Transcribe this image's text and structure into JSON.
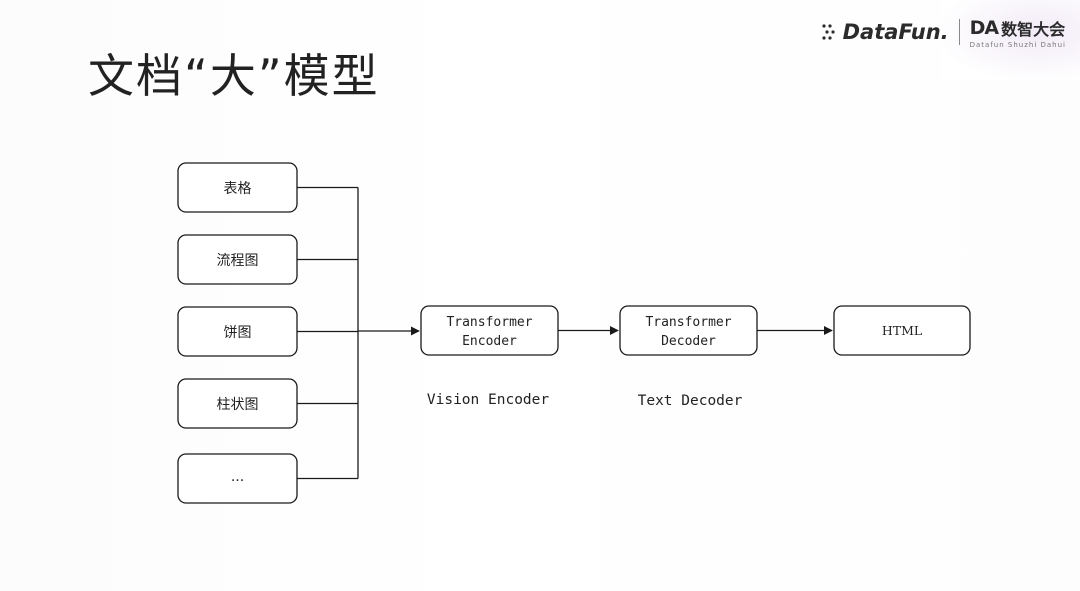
{
  "title": "文档“大”模型",
  "logo": {
    "datafun": "DataFun.",
    "da_mark": "DA",
    "da_cn": "数智大会",
    "da_sub": "Datafun Shuzhi Dahui"
  },
  "diagram": {
    "inputs": [
      "表格",
      "流程图",
      "饼图",
      "柱状图",
      "..."
    ],
    "encoder": {
      "line1": "Transformer",
      "line2": "Encoder",
      "caption": "Vision Encoder"
    },
    "decoder": {
      "line1": "Transformer",
      "line2": "Decoder",
      "caption": "Text Decoder"
    },
    "output": "HTML"
  },
  "colors": {
    "stroke": "#1a1a1a",
    "text": "#222222"
  }
}
